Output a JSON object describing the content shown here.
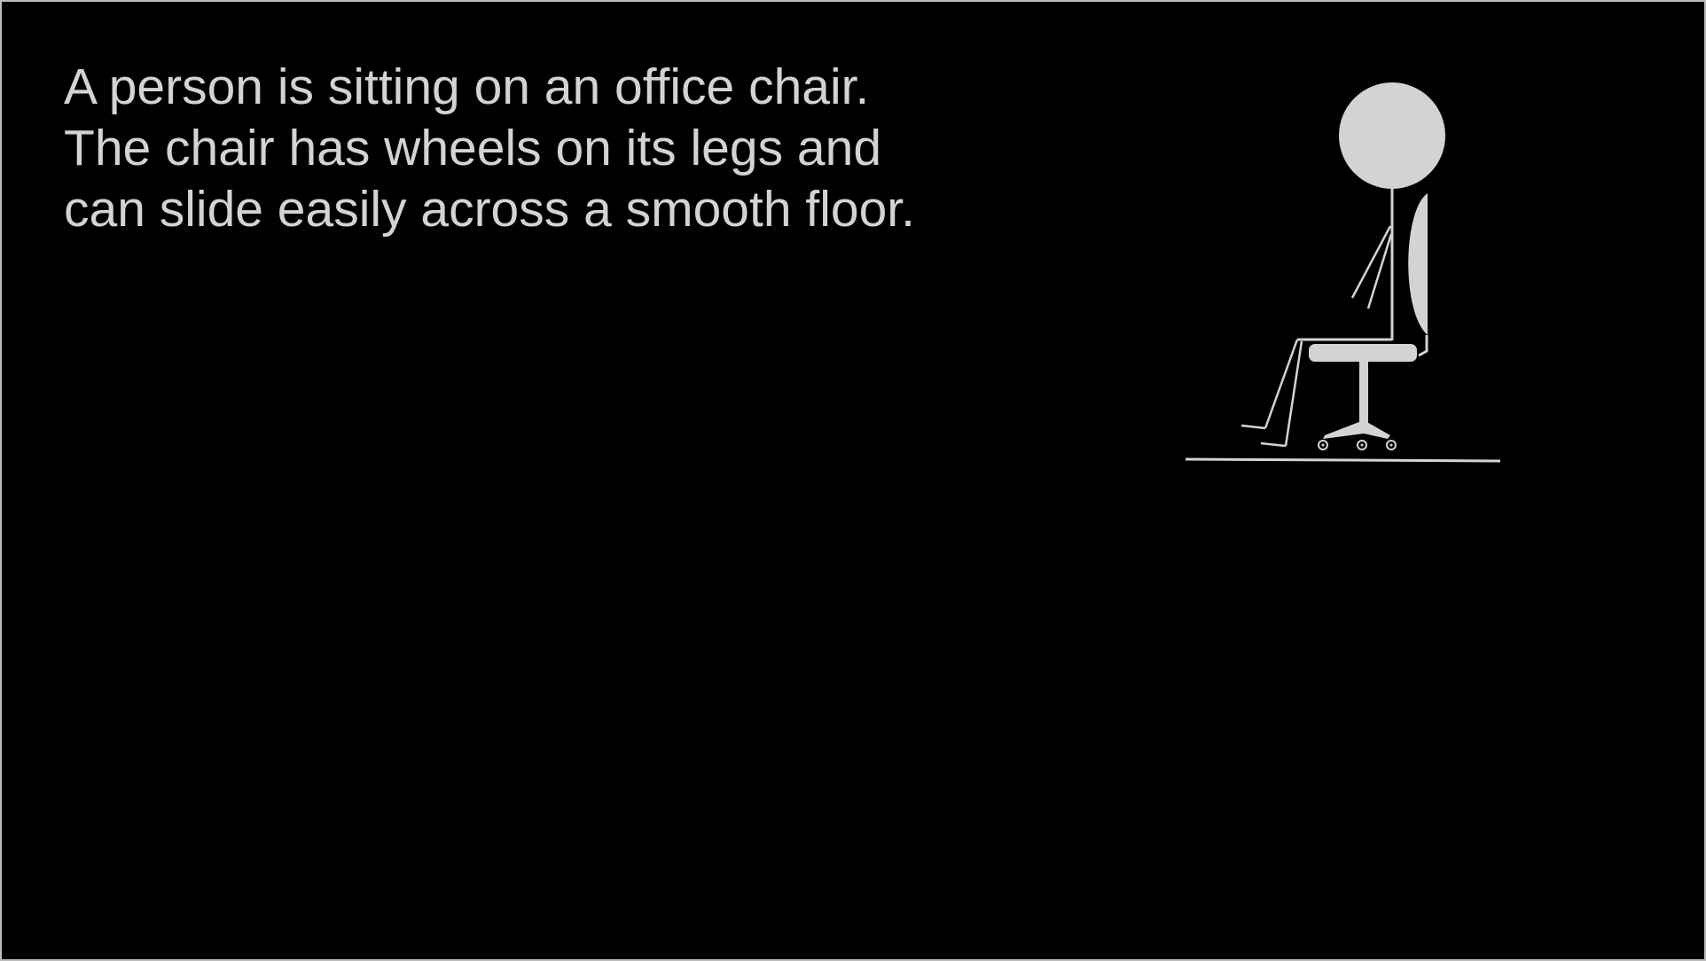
{
  "caption": {
    "lines": [
      "A person is sitting on an office chair.",
      "The chair has wheels on its legs and",
      "can slide easily across a smooth floor."
    ]
  },
  "illustration": {
    "subject": "stick-figure-seated-on-office-chair",
    "chair_wheel_count": 3,
    "colors": {
      "background": "#000000",
      "foreground": "#d3d3d3",
      "frame": "#bdbdbd"
    }
  }
}
